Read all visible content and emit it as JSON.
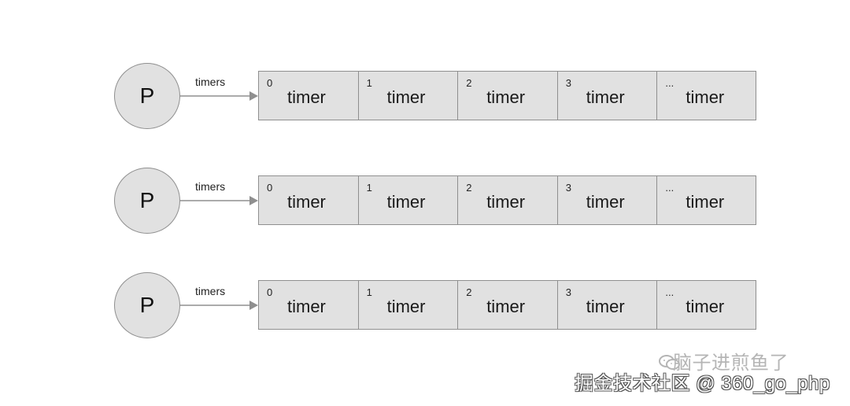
{
  "rows": [
    {
      "p_label": "P",
      "edge_label": "timers",
      "cells": [
        {
          "index": "0",
          "text": "timer"
        },
        {
          "index": "1",
          "text": "timer"
        },
        {
          "index": "2",
          "text": "timer"
        },
        {
          "index": "3",
          "text": "timer"
        },
        {
          "index": "...",
          "text": "timer"
        }
      ]
    },
    {
      "p_label": "P",
      "edge_label": "timers",
      "cells": [
        {
          "index": "0",
          "text": "timer"
        },
        {
          "index": "1",
          "text": "timer"
        },
        {
          "index": "2",
          "text": "timer"
        },
        {
          "index": "3",
          "text": "timer"
        },
        {
          "index": "...",
          "text": "timer"
        }
      ]
    },
    {
      "p_label": "P",
      "edge_label": "timers",
      "cells": [
        {
          "index": "0",
          "text": "timer"
        },
        {
          "index": "1",
          "text": "timer"
        },
        {
          "index": "2",
          "text": "timer"
        },
        {
          "index": "3",
          "text": "timer"
        },
        {
          "index": "...",
          "text": "timer"
        }
      ]
    }
  ],
  "watermark": {
    "wechat_text": "脑子进煎鱼了",
    "site_text": "掘金技术社区 @ 360_go_php",
    "icon": "wechat-icon"
  },
  "colors": {
    "node_fill": "#e1e1e1",
    "stroke": "#8f8f8f",
    "text": "#1a1a1a"
  }
}
